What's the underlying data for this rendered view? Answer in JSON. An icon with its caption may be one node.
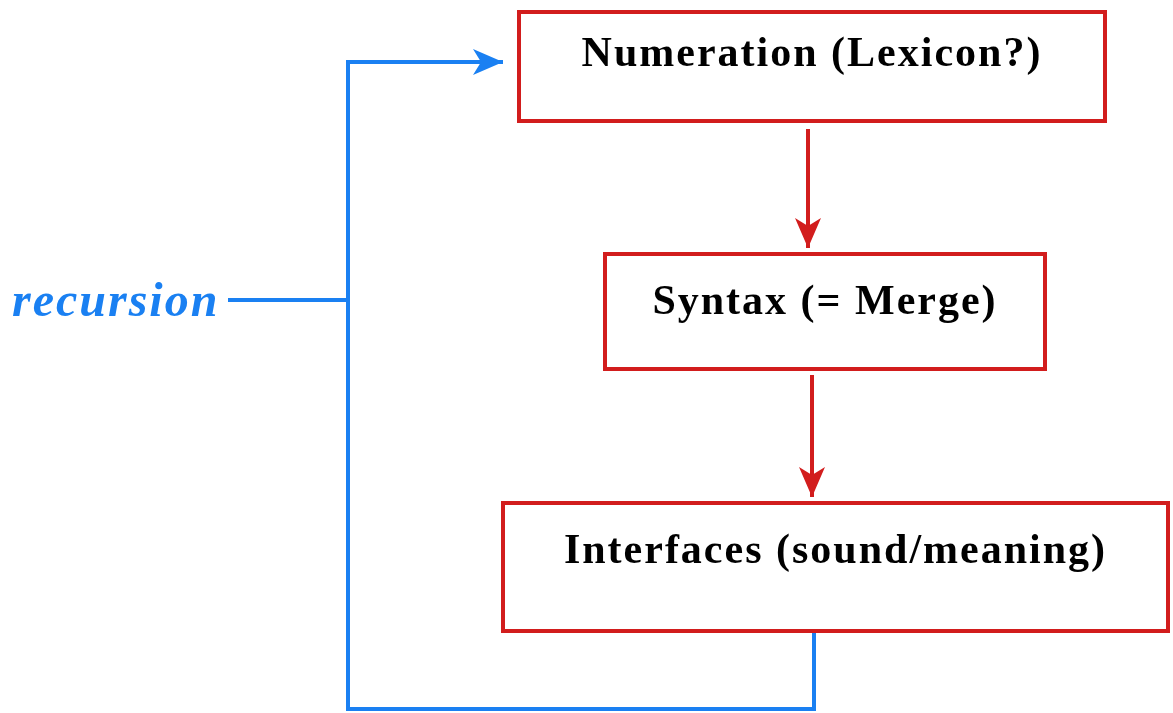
{
  "diagram": {
    "nodes": [
      {
        "text": [
          "Numeration (Lexicon?)"
        ]
      },
      {
        "text": [
          "Syntax (= Merge)"
        ]
      },
      {
        "text": [
          "Interfaces (sound/meaning)"
        ]
      },
      {
        "text": [
          "recursion"
        ]
      }
    ],
    "edges": [
      {
        "from": 0,
        "to": 1,
        "arrow": "to",
        "color": "#d21d1d"
      },
      {
        "from": 1,
        "to": 2,
        "arrow": "to",
        "color": "#d21d1d"
      },
      {
        "from": 2,
        "to": 0,
        "arrow": "to",
        "color": "#1a80f2"
      },
      {
        "from": 3,
        "to": null,
        "arrow": "none",
        "color": "#1a80f2"
      }
    ]
  }
}
